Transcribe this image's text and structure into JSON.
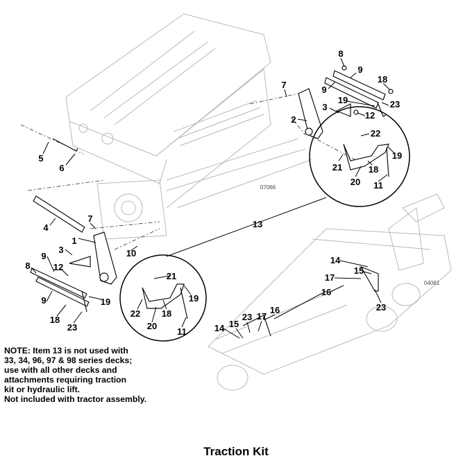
{
  "title": "Traction Kit",
  "note": [
    "NOTE:  Item 13 is not used with",
    "33, 34, 96, 97 & 98 series decks;",
    "use with all other decks and",
    "attachments requiring traction",
    "kit or hydraulic lift.",
    "Not included with tractor assembly."
  ],
  "figure_ids": [
    "07066",
    "04061"
  ],
  "callouts": [
    "8",
    "9",
    "9",
    "18",
    "7",
    "19",
    "23",
    "3",
    "12",
    "2",
    "22",
    "19",
    "21",
    "18",
    "20",
    "11",
    "5",
    "6",
    "4",
    "7",
    "1",
    "10",
    "3",
    "9",
    "8",
    "12",
    "13",
    "21",
    "19",
    "22",
    "18",
    "20",
    "11",
    "19",
    "9",
    "18",
    "23",
    "14",
    "15",
    "17",
    "16",
    "23",
    "16",
    "14",
    "15",
    "23",
    "17"
  ]
}
